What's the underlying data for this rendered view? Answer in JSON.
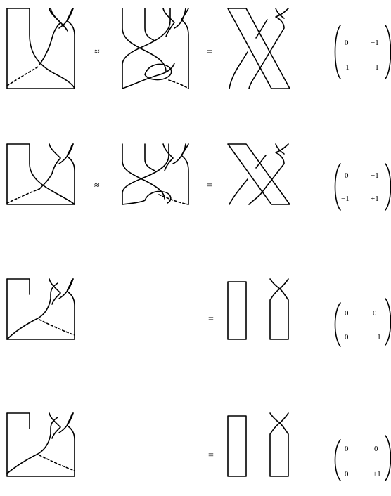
{
  "rows": [
    {
      "relation_symbol": "≈",
      "equals_symbol": "=",
      "matrix": [
        [
          "0",
          "−1"
        ],
        [
          "−1",
          "−1"
        ]
      ],
      "result_variant": "crossed-band",
      "has_middle_diagram": true
    },
    {
      "relation_symbol": "≈",
      "equals_symbol": "=",
      "matrix": [
        [
          "0",
          "−1"
        ],
        [
          "−1",
          "+1"
        ]
      ],
      "result_variant": "crossed-band",
      "has_middle_diagram": true
    },
    {
      "relation_symbol": "",
      "equals_symbol": "=",
      "matrix": [
        [
          "0",
          "0"
        ],
        [
          "0",
          "−1"
        ]
      ],
      "result_variant": "separated-bands",
      "has_middle_diagram": false
    },
    {
      "relation_symbol": "",
      "equals_symbol": "=",
      "matrix": [
        [
          "0",
          "0"
        ],
        [
          "0",
          "+1"
        ]
      ],
      "result_variant": "separated-bands",
      "has_middle_diagram": false
    }
  ],
  "colors": {
    "ink": "#000000",
    "paper": "#ffffff"
  }
}
